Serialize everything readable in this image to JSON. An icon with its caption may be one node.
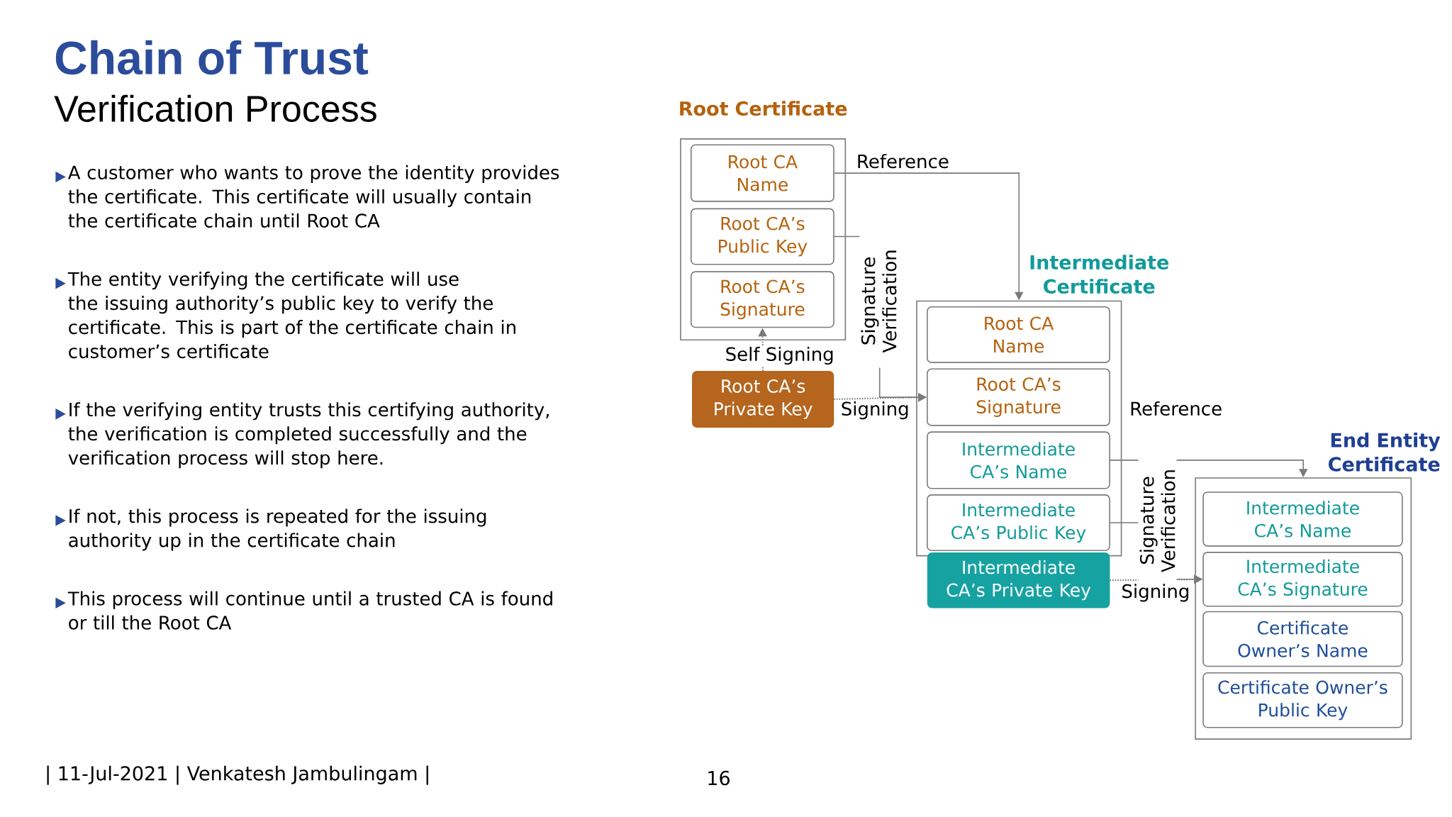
{
  "diagram": {
    "title": "Chain of Trust",
    "nodes": [
      {
        "text": [
          "Root Certificate"
        ]
      },
      {
        "text": [
          "Root CA Name"
        ],
        "in": 0
      },
      {
        "text": [
          "Root CA’s Public Key"
        ],
        "in": 0
      },
      {
        "text": [
          "Root CA’s Signature"
        ],
        "in": 0
      },
      {
        "text": [
          "Root CA’s Private Key"
        ]
      },
      {
        "text": [
          "Intermediate Certificate"
        ]
      },
      {
        "text": [
          "Root CA Name"
        ],
        "in": 5
      },
      {
        "text": [
          "Root CA’s Signature"
        ],
        "in": 5
      },
      {
        "text": [
          "Intermediate CA’s Name"
        ],
        "in": 5
      },
      {
        "text": [
          "Intermediate CA’s Public Key"
        ],
        "in": 5
      },
      {
        "text": [
          "Intermediate CA’s Private Key"
        ]
      },
      {
        "text": [
          "End Entity Certificate"
        ]
      },
      {
        "text": [
          "Intermediate CA’s Name"
        ],
        "in": 11
      },
      {
        "text": [
          "Intermediate CA’s Signature"
        ],
        "in": 11
      },
      {
        "text": [
          "Certificate Owner’s Name"
        ],
        "in": 11
      },
      {
        "text": [
          "Certificate Owner’s Public Key"
        ],
        "in": 11
      }
    ],
    "edges": [
      {
        "from": 1,
        "to": 5,
        "arrow": "to",
        "label": "Reference"
      },
      {
        "from": 2,
        "to": 7,
        "arrow": "to",
        "label": "Signature Verification"
      },
      {
        "from": 4,
        "to": 7,
        "arrow": "to",
        "label": "Signing",
        "style": "dashed"
      },
      {
        "from": 4,
        "to": 3,
        "arrow": "to",
        "label": "Self Signing",
        "style": "dashed"
      },
      {
        "from": 8,
        "to": 11,
        "arrow": "to",
        "label": "Reference"
      },
      {
        "from": 9,
        "to": 13,
        "arrow": "to",
        "label": "Signature Verification"
      },
      {
        "from": 10,
        "to": 13,
        "arrow": "to",
        "label": "Signing",
        "style": "dashed"
      }
    ],
    "labels": [
      "Verification Process",
      "A customer who wants to prove the identity provides the certificate. This certificate will usually contain the certificate chain until Root CA",
      "The entity verifying the certificate will use the issuing authority’s public key to verify the certificate. This is part of the certificate chain in customer’s certificate",
      "If the verifying entity trusts this certifying authority, the verification is completed successfully and the verification process will stop here.",
      "If not, this process is repeated for the issuing authority up in the certificate chain",
      "This process will continue until a trusted CA is found or till the Root CA",
      "| 11-Jul-2021 | Venkatesh Jambulingam |",
      "16"
    ]
  }
}
